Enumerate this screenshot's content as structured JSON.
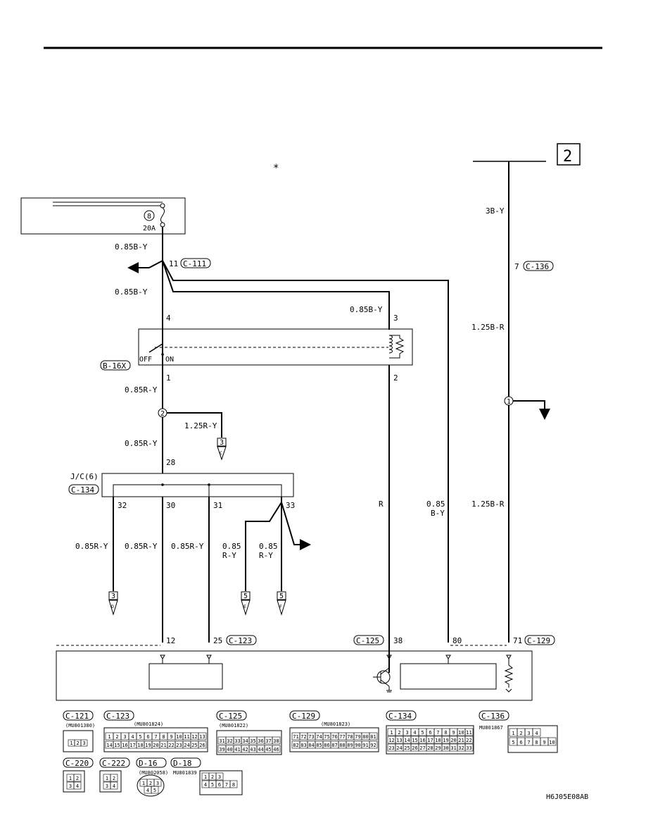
{
  "ref_box": "2",
  "star": "*",
  "fuse": {
    "number": "8",
    "rating": "20A"
  },
  "wires": {
    "w1": "0.85B-Y",
    "w2": "0.85B-Y",
    "w3": "0.85B-Y",
    "w4": "0.85R-Y",
    "w5": "1.25R-Y",
    "w6": "0.85R-Y",
    "w7": "3B-Y",
    "w8": "1.25B-R",
    "w9": "1.25B-R",
    "w10": "R",
    "w11a": "0.85",
    "w11b": "B-Y",
    "d32": "0.85R-Y",
    "d30": "0.85R-Y",
    "d31": "0.85R-Y",
    "e_a": "0.85",
    "e_b": "R-Y",
    "f_a": "0.85",
    "f_b": "R-Y"
  },
  "pins": {
    "p11": "11",
    "p4": "4",
    "p3": "3",
    "p1": "1",
    "p2": "2",
    "p28": "28",
    "p32": "32",
    "p30": "30",
    "p31": "31",
    "p33": "33",
    "p12": "12",
    "p25": "25",
    "p38": "38",
    "p80": "80",
    "p71": "71",
    "p7": "7"
  },
  "connectors": {
    "c111": "C-111",
    "c136": "C-136",
    "b16x": "B-16X",
    "c134": "C-134",
    "jc": "J/C(6)",
    "c123": "C-123",
    "c125": "C-125",
    "c129": "C-129"
  },
  "switch": {
    "off": "OFF",
    "on": "ON"
  },
  "junctions": {
    "j1": "1",
    "j2": "2"
  },
  "refs": {
    "c": {
      "num": "3",
      "letter": "C"
    },
    "d": {
      "num": "3",
      "letter": "D"
    },
    "e": {
      "num": "5",
      "letter": "E"
    },
    "f": {
      "num": "5",
      "letter": "F"
    }
  },
  "legend": {
    "c121": {
      "name": "C-121",
      "part": "(MU801380)",
      "r1": [
        "1",
        "2",
        "3"
      ]
    },
    "c123": {
      "name": "C-123",
      "part": "(MU801824)",
      "r1": [
        "1",
        "2",
        "3",
        "4",
        "5",
        "6",
        "7",
        "8",
        "9",
        "10",
        "11",
        "12",
        "13"
      ],
      "r2": [
        "14",
        "15",
        "16",
        "17",
        "18",
        "19",
        "20",
        "21",
        "22",
        "23",
        "24",
        "25",
        "26"
      ]
    },
    "c125": {
      "name": "C-125",
      "part": "(MU801822)",
      "r1": [
        "31",
        "32",
        "33",
        "34",
        "35",
        "36",
        "37",
        "38"
      ],
      "r2": [
        "39",
        "40",
        "41",
        "42",
        "43",
        "44",
        "45",
        "46"
      ]
    },
    "c129": {
      "name": "C-129",
      "part": "(MU801823)",
      "r1": [
        "71",
        "72",
        "73",
        "74",
        "75",
        "76",
        "77",
        "78",
        "79",
        "80",
        "81"
      ],
      "r2": [
        "82",
        "83",
        "84",
        "85",
        "86",
        "87",
        "88",
        "89",
        "90",
        "91",
        "92"
      ]
    },
    "c134": {
      "name": "C-134",
      "r1": [
        "1",
        "2",
        "3",
        "4",
        "5",
        "6",
        "7",
        "8",
        "9",
        "10",
        "11"
      ],
      "r2": [
        "12",
        "13",
        "14",
        "15",
        "16",
        "17",
        "18",
        "19",
        "20",
        "21",
        "22"
      ],
      "r3": [
        "23",
        "24",
        "25",
        "26",
        "27",
        "28",
        "29",
        "30",
        "31",
        "32",
        "33"
      ]
    },
    "c136": {
      "name": "C-136",
      "part": "MU801867",
      "r1": [
        "1",
        "2",
        "3",
        "4"
      ],
      "r2": [
        "5",
        "6",
        "7",
        "8",
        "9",
        "10"
      ]
    },
    "c220": {
      "name": "C-220",
      "r1": [
        "1",
        "2"
      ],
      "r2": [
        "3",
        "4"
      ]
    },
    "c222": {
      "name": "C-222",
      "r1": [
        "1",
        "2"
      ],
      "r2": [
        "3",
        "4"
      ]
    },
    "d16": {
      "name": "D-16",
      "part": "(MU802058)",
      "r1": [
        "1",
        "2",
        "3"
      ],
      "r2": [
        "4",
        "5"
      ]
    },
    "d18": {
      "name": "D-18",
      "part": "MU801839",
      "r1": [
        "1",
        "2",
        "3"
      ],
      "r2": [
        "4",
        "5",
        "6",
        "7",
        "8"
      ]
    }
  },
  "figure_id": "H6J05E08AB"
}
